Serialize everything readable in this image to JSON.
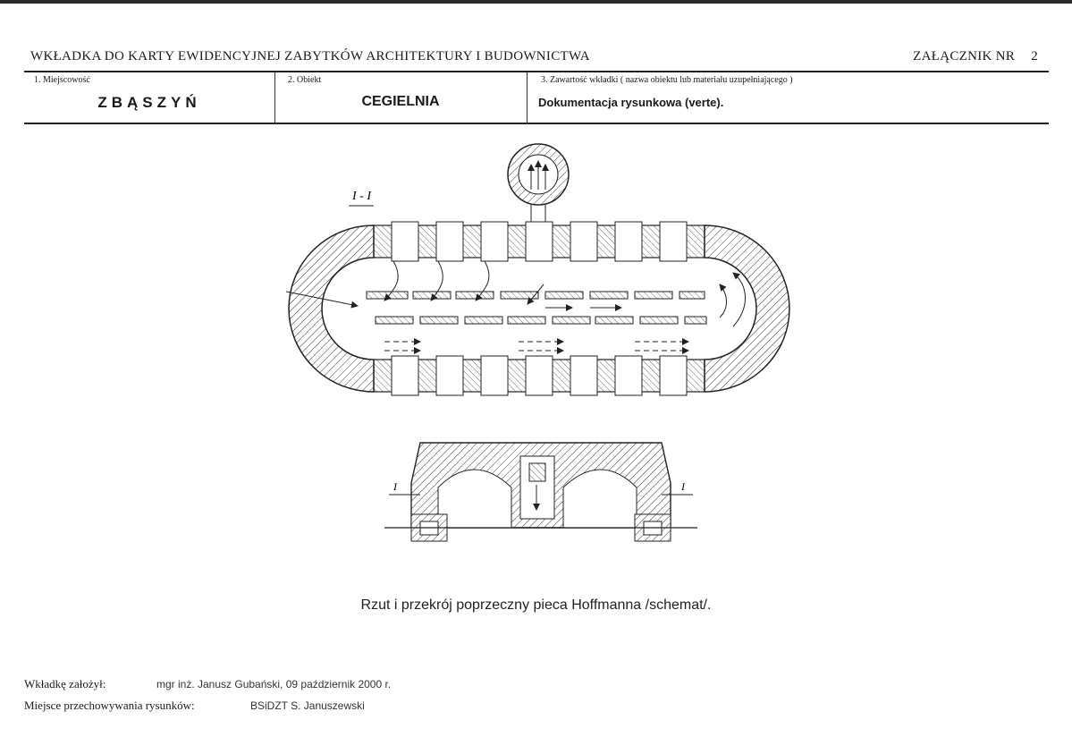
{
  "header": {
    "title": "WKŁADKA DO KARTY EWIDENCYJNEJ ZABYTKÓW ARCHITEKTURY I BUDOWNICTWA",
    "annex_label": "ZAŁĄCZNIK NR",
    "annex_number": "2"
  },
  "fields": [
    {
      "label": "1. Miejscowość",
      "value": "ZBĄSZYŃ"
    },
    {
      "label": "2. Obiekt",
      "value": "CEGIELNIA"
    },
    {
      "label": "3. Zawartość wkładki ( nazwa obiektu lub materiału uzupełniającego )",
      "value": "Dokumentacja rysunkowa (verte)."
    }
  ],
  "drawing": {
    "section_mark_top": "I - I",
    "section_mark_left": "I",
    "section_mark_right": "I"
  },
  "caption": "Rzut i przekrój poprzeczny pieca Hoffmanna /schemat/.",
  "footer": {
    "author_label": "Wkładkę założył:",
    "author_value": "mgr inż. Janusz Gubański, 09 październik 2000 r.",
    "storage_label": "Miejsce przechowywania rysunków:",
    "storage_value": "BSiDZT S. Januszewski"
  }
}
